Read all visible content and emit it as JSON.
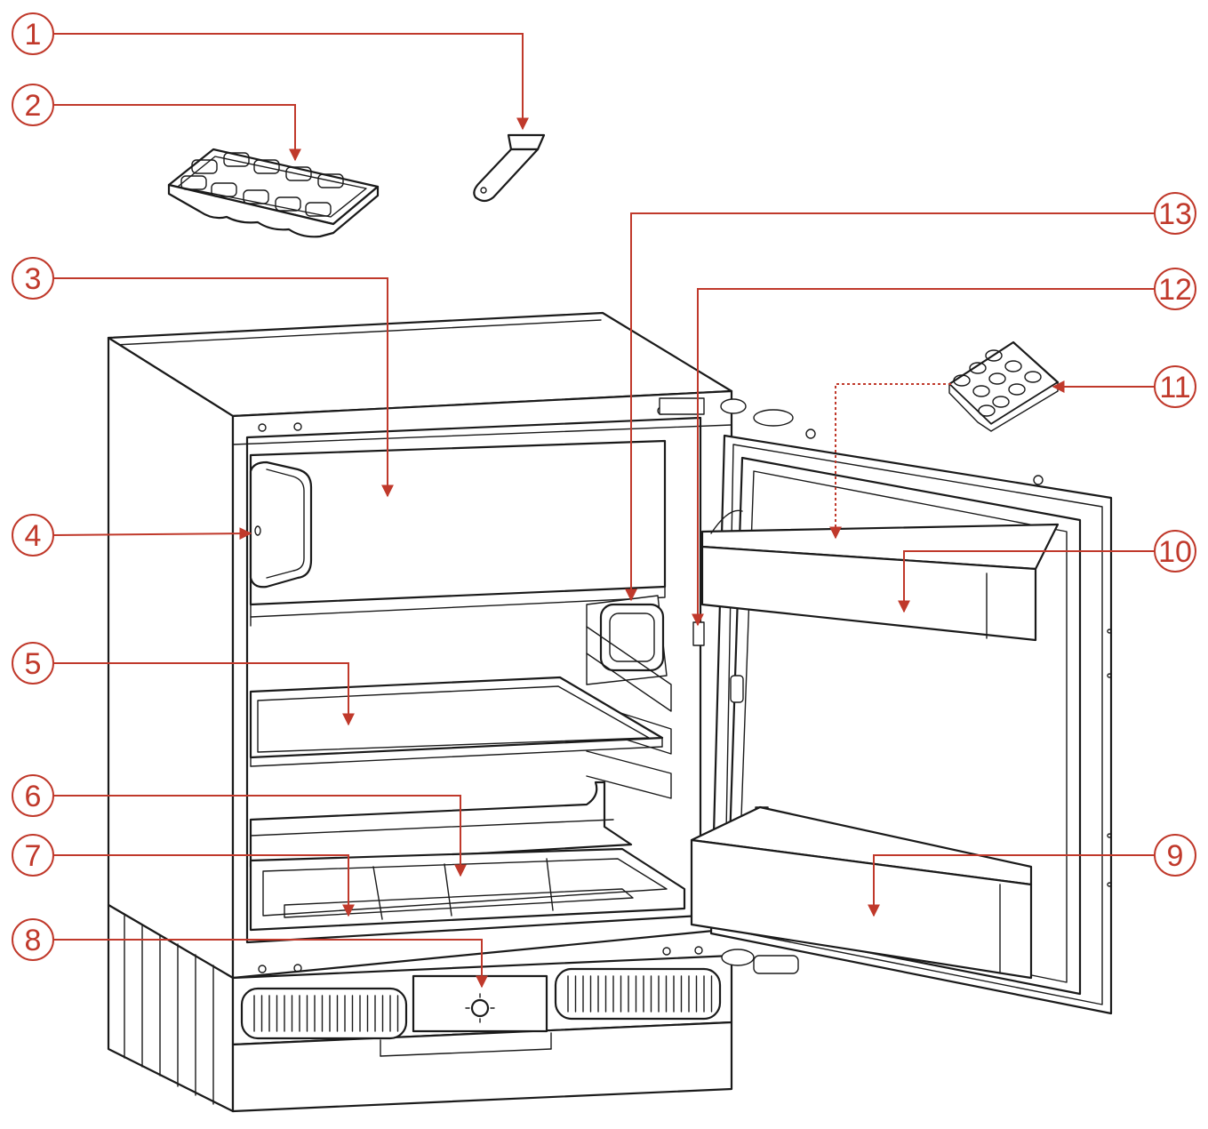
{
  "colors": {
    "callout": "#c0392b",
    "outline": "#1a1a1a",
    "background": "#ffffff"
  },
  "callouts": [
    {
      "number": "1"
    },
    {
      "number": "2"
    },
    {
      "number": "3"
    },
    {
      "number": "4"
    },
    {
      "number": "5"
    },
    {
      "number": "6"
    },
    {
      "number": "7"
    },
    {
      "number": "8"
    },
    {
      "number": "9"
    },
    {
      "number": "10"
    },
    {
      "number": "11"
    },
    {
      "number": "12"
    },
    {
      "number": "13"
    }
  ]
}
